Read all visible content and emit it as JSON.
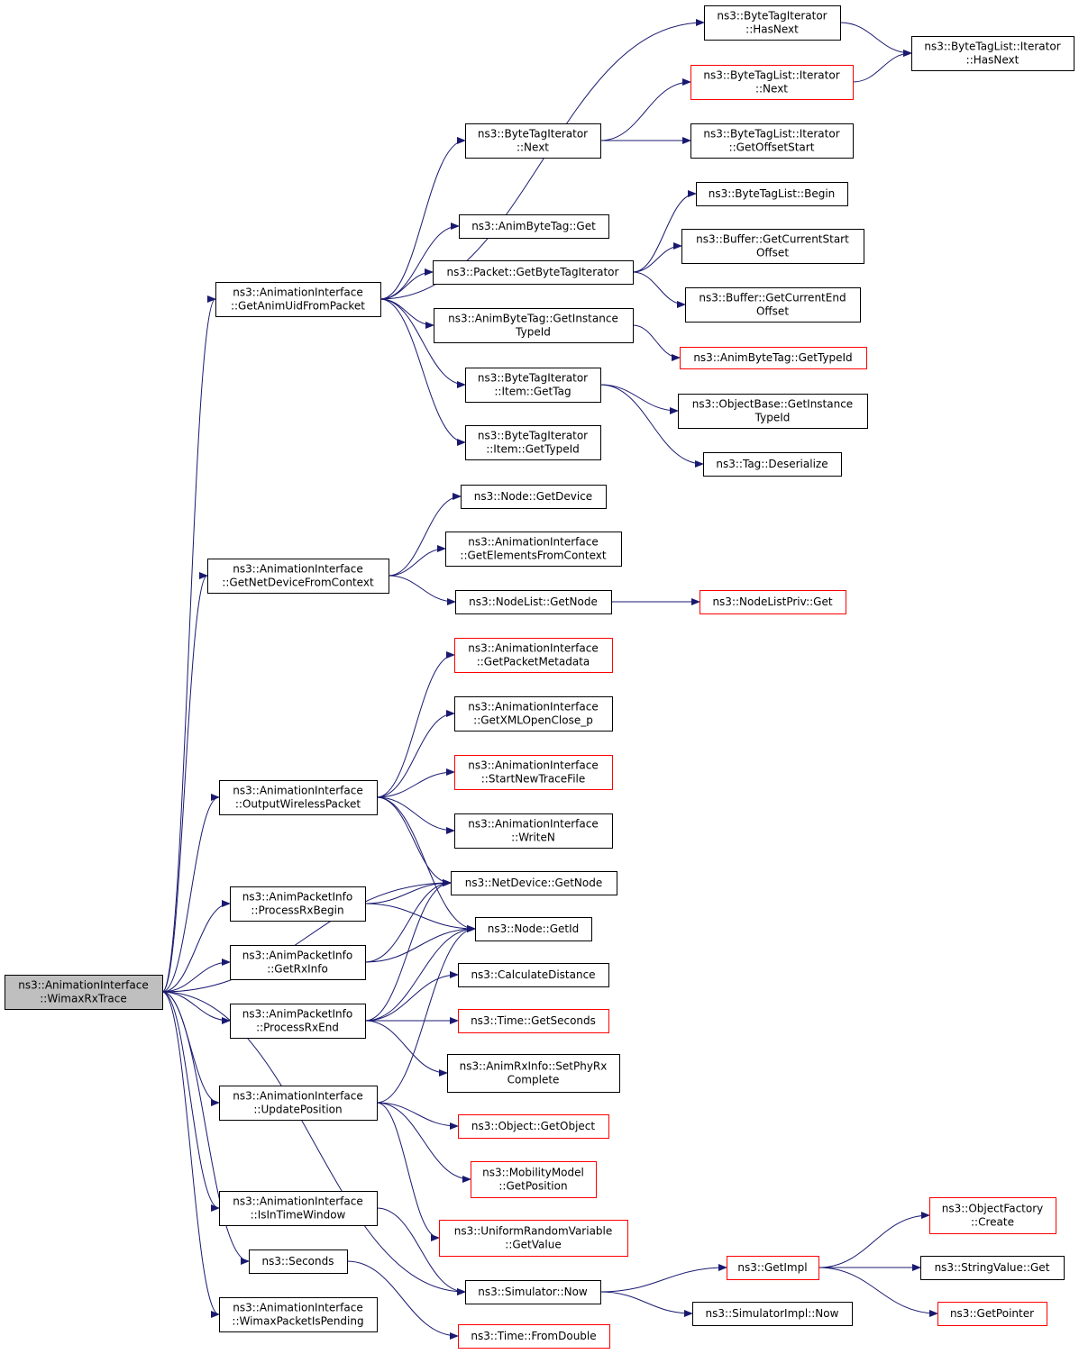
{
  "nodes": [
    {
      "id": "root",
      "lines": [
        "ns3::AnimationInterface",
        "::WimaxRxTrace"
      ],
      "style": "root"
    },
    {
      "id": "getAnimUid",
      "lines": [
        "ns3::AnimationInterface",
        "::GetAnimUidFromPacket"
      ],
      "style": "normal"
    },
    {
      "id": "getNetDev",
      "lines": [
        "ns3::AnimationInterface",
        "::GetNetDeviceFromContext"
      ],
      "style": "normal"
    },
    {
      "id": "outWireless",
      "lines": [
        "ns3::AnimationInterface",
        "::OutputWirelessPacket"
      ],
      "style": "normal"
    },
    {
      "id": "procRxBegin",
      "lines": [
        "ns3::AnimPacketInfo",
        "::ProcessRxBegin"
      ],
      "style": "normal"
    },
    {
      "id": "getRxInfo",
      "lines": [
        "ns3::AnimPacketInfo",
        "::GetRxInfo"
      ],
      "style": "normal"
    },
    {
      "id": "procRxEnd",
      "lines": [
        "ns3::AnimPacketInfo",
        "::ProcessRxEnd"
      ],
      "style": "normal"
    },
    {
      "id": "updatePos",
      "lines": [
        "ns3::AnimationInterface",
        "::UpdatePosition"
      ],
      "style": "normal"
    },
    {
      "id": "isInTime",
      "lines": [
        "ns3::AnimationInterface",
        "::IsInTimeWindow"
      ],
      "style": "normal"
    },
    {
      "id": "seconds",
      "lines": [
        "ns3::Seconds"
      ],
      "style": "normal"
    },
    {
      "id": "wimaxPend",
      "lines": [
        "ns3::AnimationInterface",
        "::WimaxPacketIsPending"
      ],
      "style": "normal"
    },
    {
      "id": "btiHasNext",
      "lines": [
        "ns3::ByteTagIterator",
        "::HasNext"
      ],
      "style": "normal"
    },
    {
      "id": "btlItHasNext",
      "lines": [
        "ns3::ByteTagList::Iterator",
        "::HasNext"
      ],
      "style": "normal"
    },
    {
      "id": "btlItNext",
      "lines": [
        "ns3::ByteTagList::Iterator",
        "::Next"
      ],
      "style": "red"
    },
    {
      "id": "btiNext",
      "lines": [
        "ns3::ByteTagIterator",
        "::Next"
      ],
      "style": "normal"
    },
    {
      "id": "btlItOffset",
      "lines": [
        "ns3::ByteTagList::Iterator",
        "::GetOffsetStart"
      ],
      "style": "normal"
    },
    {
      "id": "btlBegin",
      "lines": [
        "ns3::ByteTagList::Begin"
      ],
      "style": "normal"
    },
    {
      "id": "abtGet",
      "lines": [
        "ns3::AnimByteTag::Get"
      ],
      "style": "normal"
    },
    {
      "id": "bufStart",
      "lines": [
        "ns3::Buffer::GetCurrentStart",
        "Offset"
      ],
      "style": "normal"
    },
    {
      "id": "pktGetBTI",
      "lines": [
        "ns3::Packet::GetByteTagIterator"
      ],
      "style": "normal"
    },
    {
      "id": "bufEnd",
      "lines": [
        "ns3::Buffer::GetCurrentEnd",
        "Offset"
      ],
      "style": "normal"
    },
    {
      "id": "abtInst",
      "lines": [
        "ns3::AnimByteTag::GetInstance",
        "TypeId"
      ],
      "style": "normal"
    },
    {
      "id": "abtType",
      "lines": [
        "ns3::AnimByteTag::GetTypeId"
      ],
      "style": "red"
    },
    {
      "id": "btiItemTag",
      "lines": [
        "ns3::ByteTagIterator",
        "::Item::GetTag"
      ],
      "style": "normal"
    },
    {
      "id": "objBaseInst",
      "lines": [
        "ns3::ObjectBase::GetInstance",
        "TypeId"
      ],
      "style": "normal"
    },
    {
      "id": "btiItemType",
      "lines": [
        "ns3::ByteTagIterator",
        "::Item::GetTypeId"
      ],
      "style": "normal"
    },
    {
      "id": "tagDeser",
      "lines": [
        "ns3::Tag::Deserialize"
      ],
      "style": "normal"
    },
    {
      "id": "nodeGetDev",
      "lines": [
        "ns3::Node::GetDevice"
      ],
      "style": "normal"
    },
    {
      "id": "getElems",
      "lines": [
        "ns3::AnimationInterface",
        "::GetElementsFromContext"
      ],
      "style": "normal"
    },
    {
      "id": "nodeListGet",
      "lines": [
        "ns3::NodeList::GetNode"
      ],
      "style": "normal"
    },
    {
      "id": "nlPrivGet",
      "lines": [
        "ns3::NodeListPriv::Get"
      ],
      "style": "red"
    },
    {
      "id": "getPktMeta",
      "lines": [
        "ns3::AnimationInterface",
        "::GetPacketMetadata"
      ],
      "style": "red"
    },
    {
      "id": "getXML",
      "lines": [
        "ns3::AnimationInterface",
        "::GetXMLOpenClose_p"
      ],
      "style": "normal"
    },
    {
      "id": "startTrace",
      "lines": [
        "ns3::AnimationInterface",
        "::StartNewTraceFile"
      ],
      "style": "red"
    },
    {
      "id": "writeN",
      "lines": [
        "ns3::AnimationInterface",
        "::WriteN"
      ],
      "style": "normal"
    },
    {
      "id": "ndGetNode",
      "lines": [
        "ns3::NetDevice::GetNode"
      ],
      "style": "normal"
    },
    {
      "id": "nodeGetId",
      "lines": [
        "ns3::Node::GetId"
      ],
      "style": "normal"
    },
    {
      "id": "calcDist",
      "lines": [
        "ns3::CalculateDistance"
      ],
      "style": "normal"
    },
    {
      "id": "timeSec",
      "lines": [
        "ns3::Time::GetSeconds"
      ],
      "style": "red"
    },
    {
      "id": "setPhyRx",
      "lines": [
        "ns3::AnimRxInfo::SetPhyRx",
        "Complete"
      ],
      "style": "normal"
    },
    {
      "id": "objGetObj",
      "lines": [
        "ns3::Object::GetObject"
      ],
      "style": "red"
    },
    {
      "id": "mobPos",
      "lines": [
        "ns3::MobilityModel",
        "::GetPosition"
      ],
      "style": "red"
    },
    {
      "id": "urvGet",
      "lines": [
        "ns3::UniformRandomVariable",
        "::GetValue"
      ],
      "style": "red"
    },
    {
      "id": "simNow",
      "lines": [
        "ns3::Simulator::Now"
      ],
      "style": "normal"
    },
    {
      "id": "timeFromD",
      "lines": [
        "ns3::Time::FromDouble"
      ],
      "style": "red"
    },
    {
      "id": "getImpl",
      "lines": [
        "ns3::GetImpl"
      ],
      "style": "red"
    },
    {
      "id": "simImplNow",
      "lines": [
        "ns3::SimulatorImpl::Now"
      ],
      "style": "normal"
    },
    {
      "id": "objFactCreate",
      "lines": [
        "ns3::ObjectFactory",
        "::Create"
      ],
      "style": "red"
    },
    {
      "id": "strValGet",
      "lines": [
        "ns3::StringValue::Get"
      ],
      "style": "normal"
    },
    {
      "id": "getPointer",
      "lines": [
        "ns3::GetPointer"
      ],
      "style": "red"
    }
  ],
  "edges": [
    {
      "from": "root",
      "to": "getAnimUid"
    },
    {
      "from": "root",
      "to": "getNetDev"
    },
    {
      "from": "root",
      "to": "outWireless"
    },
    {
      "from": "root",
      "to": "ndGetNode"
    },
    {
      "from": "root",
      "to": "procRxBegin"
    },
    {
      "from": "root",
      "to": "getRxInfo"
    },
    {
      "from": "root",
      "to": "procRxEnd"
    },
    {
      "from": "root",
      "to": "updatePos"
    },
    {
      "from": "root",
      "to": "isInTime"
    },
    {
      "from": "root",
      "to": "seconds"
    },
    {
      "from": "root",
      "to": "simNow"
    },
    {
      "from": "root",
      "to": "wimaxPend"
    },
    {
      "from": "getAnimUid",
      "to": "btiHasNext"
    },
    {
      "from": "getAnimUid",
      "to": "btiNext"
    },
    {
      "from": "getAnimUid",
      "to": "abtGet"
    },
    {
      "from": "getAnimUid",
      "to": "pktGetBTI"
    },
    {
      "from": "getAnimUid",
      "to": "abtInst"
    },
    {
      "from": "getAnimUid",
      "to": "btiItemTag"
    },
    {
      "from": "getAnimUid",
      "to": "btiItemType"
    },
    {
      "from": "btiHasNext",
      "to": "btlItHasNext"
    },
    {
      "from": "btlItNext",
      "to": "btlItHasNext"
    },
    {
      "from": "btiNext",
      "to": "btlItNext"
    },
    {
      "from": "btiNext",
      "to": "btlItOffset"
    },
    {
      "from": "pktGetBTI",
      "to": "btlBegin"
    },
    {
      "from": "pktGetBTI",
      "to": "bufStart"
    },
    {
      "from": "pktGetBTI",
      "to": "bufEnd"
    },
    {
      "from": "abtInst",
      "to": "abtType"
    },
    {
      "from": "btiItemTag",
      "to": "objBaseInst"
    },
    {
      "from": "btiItemTag",
      "to": "tagDeser"
    },
    {
      "from": "getNetDev",
      "to": "nodeGetDev"
    },
    {
      "from": "getNetDev",
      "to": "getElems"
    },
    {
      "from": "getNetDev",
      "to": "nodeListGet"
    },
    {
      "from": "nodeListGet",
      "to": "nlPrivGet"
    },
    {
      "from": "outWireless",
      "to": "getPktMeta"
    },
    {
      "from": "outWireless",
      "to": "getXML"
    },
    {
      "from": "outWireless",
      "to": "startTrace"
    },
    {
      "from": "outWireless",
      "to": "writeN"
    },
    {
      "from": "outWireless",
      "to": "ndGetNode"
    },
    {
      "from": "outWireless",
      "to": "nodeGetId"
    },
    {
      "from": "procRxBegin",
      "to": "ndGetNode"
    },
    {
      "from": "procRxBegin",
      "to": "nodeGetId"
    },
    {
      "from": "getRxInfo",
      "to": "ndGetNode"
    },
    {
      "from": "getRxInfo",
      "to": "nodeGetId"
    },
    {
      "from": "procRxEnd",
      "to": "ndGetNode"
    },
    {
      "from": "procRxEnd",
      "to": "nodeGetId"
    },
    {
      "from": "procRxEnd",
      "to": "calcDist"
    },
    {
      "from": "procRxEnd",
      "to": "timeSec"
    },
    {
      "from": "procRxEnd",
      "to": "setPhyRx"
    },
    {
      "from": "updatePos",
      "to": "nodeGetId"
    },
    {
      "from": "updatePos",
      "to": "objGetObj"
    },
    {
      "from": "updatePos",
      "to": "mobPos"
    },
    {
      "from": "updatePos",
      "to": "urvGet"
    },
    {
      "from": "isInTime",
      "to": "simNow"
    },
    {
      "from": "seconds",
      "to": "timeFromD"
    },
    {
      "from": "simNow",
      "to": "getImpl"
    },
    {
      "from": "simNow",
      "to": "simImplNow"
    },
    {
      "from": "getImpl",
      "to": "objFactCreate"
    },
    {
      "from": "getImpl",
      "to": "strValGet"
    },
    {
      "from": "getImpl",
      "to": "getPointer"
    }
  ],
  "colors": {
    "edge": "#191970",
    "root_fill": "#bfbfbf",
    "node_border": "#000000",
    "red_border": "#ff0000"
  }
}
